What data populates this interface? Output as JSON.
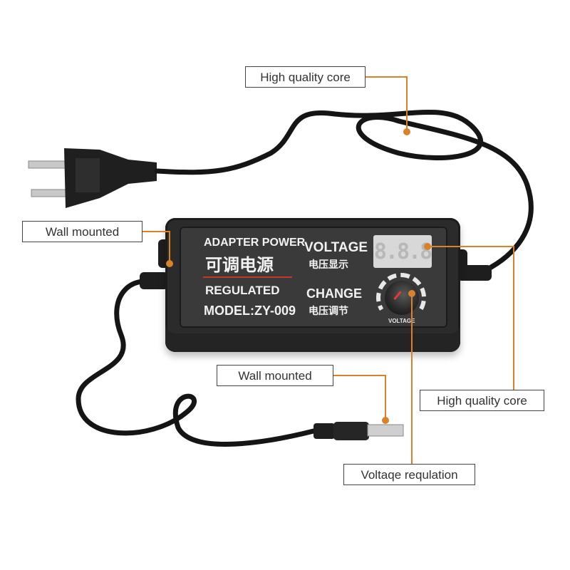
{
  "image": {
    "subject": "Adjustable voltage AC/DC adapter power supply",
    "background_color": "#ffffff",
    "accent_color": "#d9822b"
  },
  "callouts": [
    {
      "id": "top-core",
      "label": "High quality core"
    },
    {
      "id": "left-wall",
      "label": "Wall mounted"
    },
    {
      "id": "center-wall",
      "label": "Wall mounted"
    },
    {
      "id": "right-core",
      "label": "High quality core"
    },
    {
      "id": "bottom-regulation",
      "label": "Voltaqe requlation"
    }
  ],
  "adapter": {
    "brand_line_en": "ADAPTER POWER",
    "brand_line_cn": "可调电源",
    "type_line": "REGULATED",
    "model_line": "MODEL:ZY-009",
    "voltage_label_en": "VOLTAGE",
    "voltage_label_cn": "电压显示",
    "change_label_en": "CHANGE",
    "change_label_cn": "电压调节",
    "display_digits": "8.8.8",
    "dial_label": "VOLTAGE"
  },
  "colors": {
    "housing": "#2b2b2b",
    "panel": "#3a3a3a",
    "callout_border": "#444444",
    "callout_text": "#333333",
    "leader_line": "#d9822b",
    "knob_indicator": "#e53935",
    "panel_divider": "#c0392b"
  }
}
